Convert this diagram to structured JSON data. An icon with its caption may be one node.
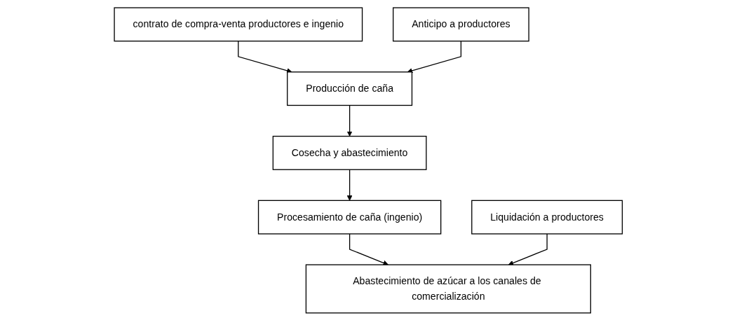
{
  "diagram": {
    "nodes": [
      {
        "text": [
          "contrato de compra-venta productores e ingenio"
        ]
      },
      {
        "text": [
          "Anticipo a productores"
        ]
      },
      {
        "text": [
          "Producción de caña"
        ]
      },
      {
        "text": [
          "Cosecha y abastecimiento"
        ]
      },
      {
        "text": [
          "Procesamiento de caña (ingenio)"
        ]
      },
      {
        "text": [
          "Liquidación a productores"
        ]
      },
      {
        "text": [
          "Abastecimiento de azúcar a los canales de comercialización"
        ]
      }
    ],
    "edges": [
      {
        "from": 0,
        "to": 2,
        "arrow": "to"
      },
      {
        "from": 1,
        "to": 2,
        "arrow": "to"
      },
      {
        "from": 2,
        "to": 3,
        "arrow": "to"
      },
      {
        "from": 3,
        "to": 4,
        "arrow": "to"
      },
      {
        "from": 4,
        "to": 6,
        "arrow": "to"
      },
      {
        "from": 5,
        "to": 6,
        "arrow": "to"
      }
    ]
  }
}
